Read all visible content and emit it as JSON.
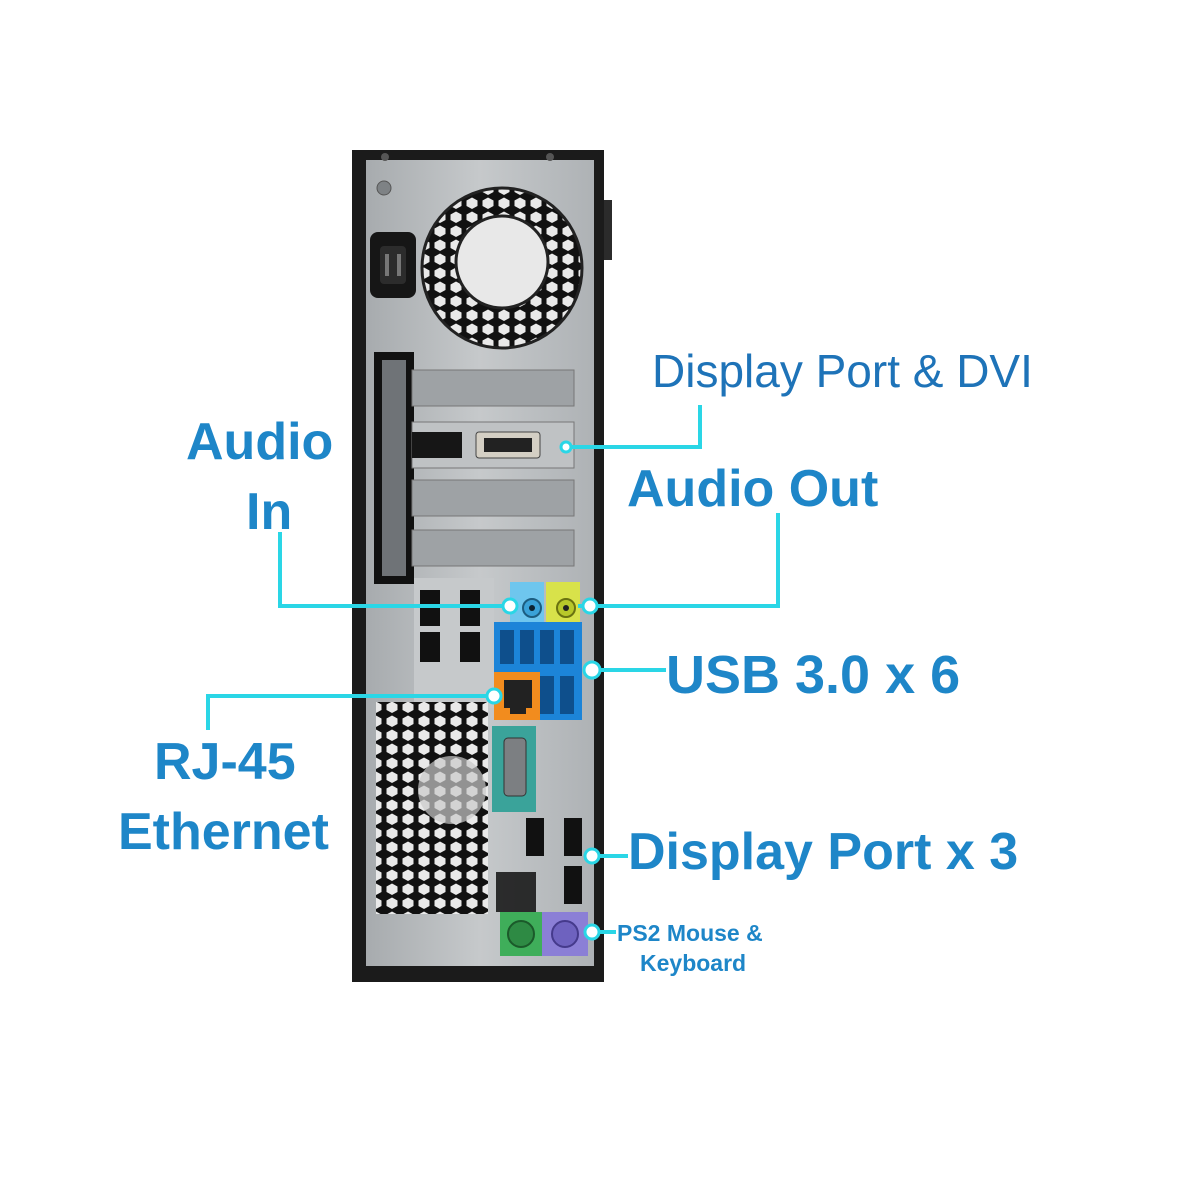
{
  "labels": {
    "display_port_dvi": "Display Port & DVI",
    "audio_in_line1": "Audio",
    "audio_in_line2": "In",
    "audio_out": "Audio Out",
    "usb": "USB 3.0 x 6",
    "rj45_line1": "RJ-45",
    "rj45_line2": "Ethernet",
    "display_port_x3": "Display Port x 3",
    "ps2_line1": "PS2 Mouse &",
    "ps2_line2": "Keyboard"
  },
  "colors": {
    "callout_text": "#1e86c8",
    "callout_text_dvi": "#1e73b8",
    "callout_line": "#2ad6e6",
    "chassis": "#1b1b1b",
    "panel_metal": "#b8bcbf",
    "usb_blue": "#1c84d8",
    "audio_in_blue": "#6ec6ee",
    "audio_out_yellow": "#d8e24a",
    "ethernet_orange": "#f28c1e",
    "serial_teal": "#3aa39a",
    "ps2_mouse_green": "#3fae5a",
    "ps2_keyboard_purple": "#8b7fd6"
  }
}
